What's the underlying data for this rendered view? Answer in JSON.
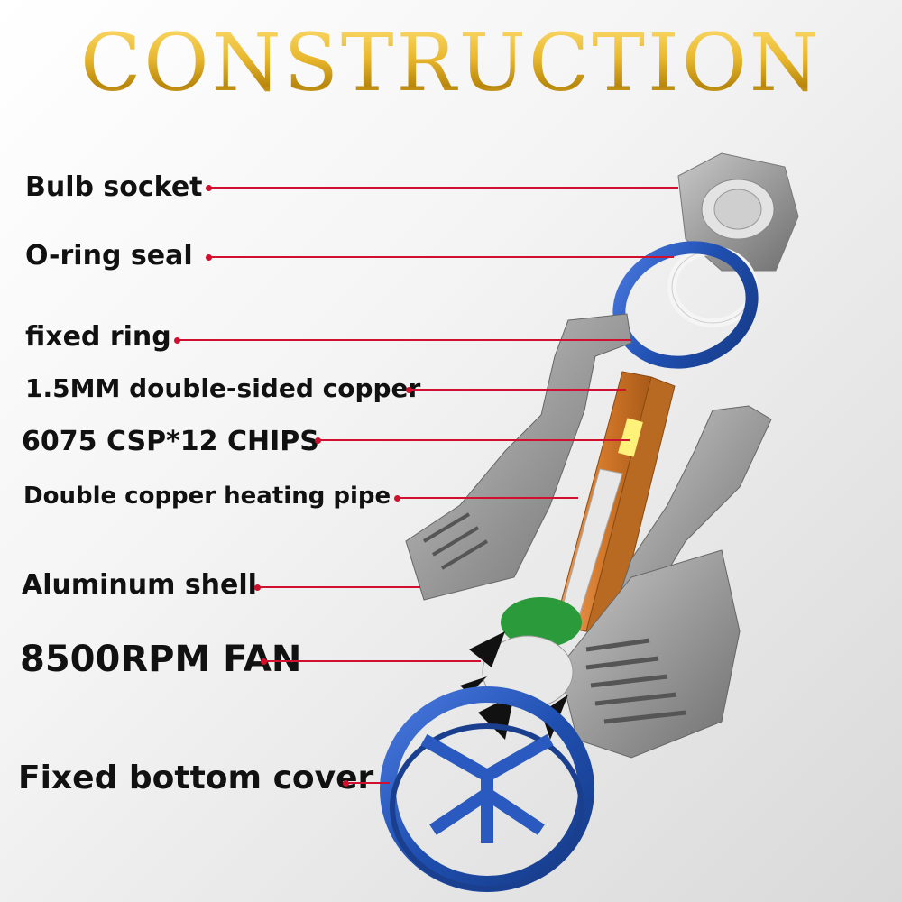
{
  "title": "CONSTRUCTION",
  "labels": {
    "bulb_socket": "Bulb socket",
    "o_ring_seal": "O-ring seal",
    "fixed_ring": "fixed ring",
    "copper_board": "1.5MM double-sided copper",
    "chips": "6075 CSP*12 CHIPS",
    "heating_pipe": "Double copper heating pipe",
    "aluminum_shell": "Aluminum shell",
    "fan": "8500RPM FAN",
    "bottom_cover": "Fixed bottom cover"
  },
  "colors": {
    "leader_line": "#d0102e",
    "title_gold": "#d6a826",
    "blue_parts": "#1f4fb0",
    "aluminum": "#9a9a9a",
    "copper": "#d2782a"
  }
}
